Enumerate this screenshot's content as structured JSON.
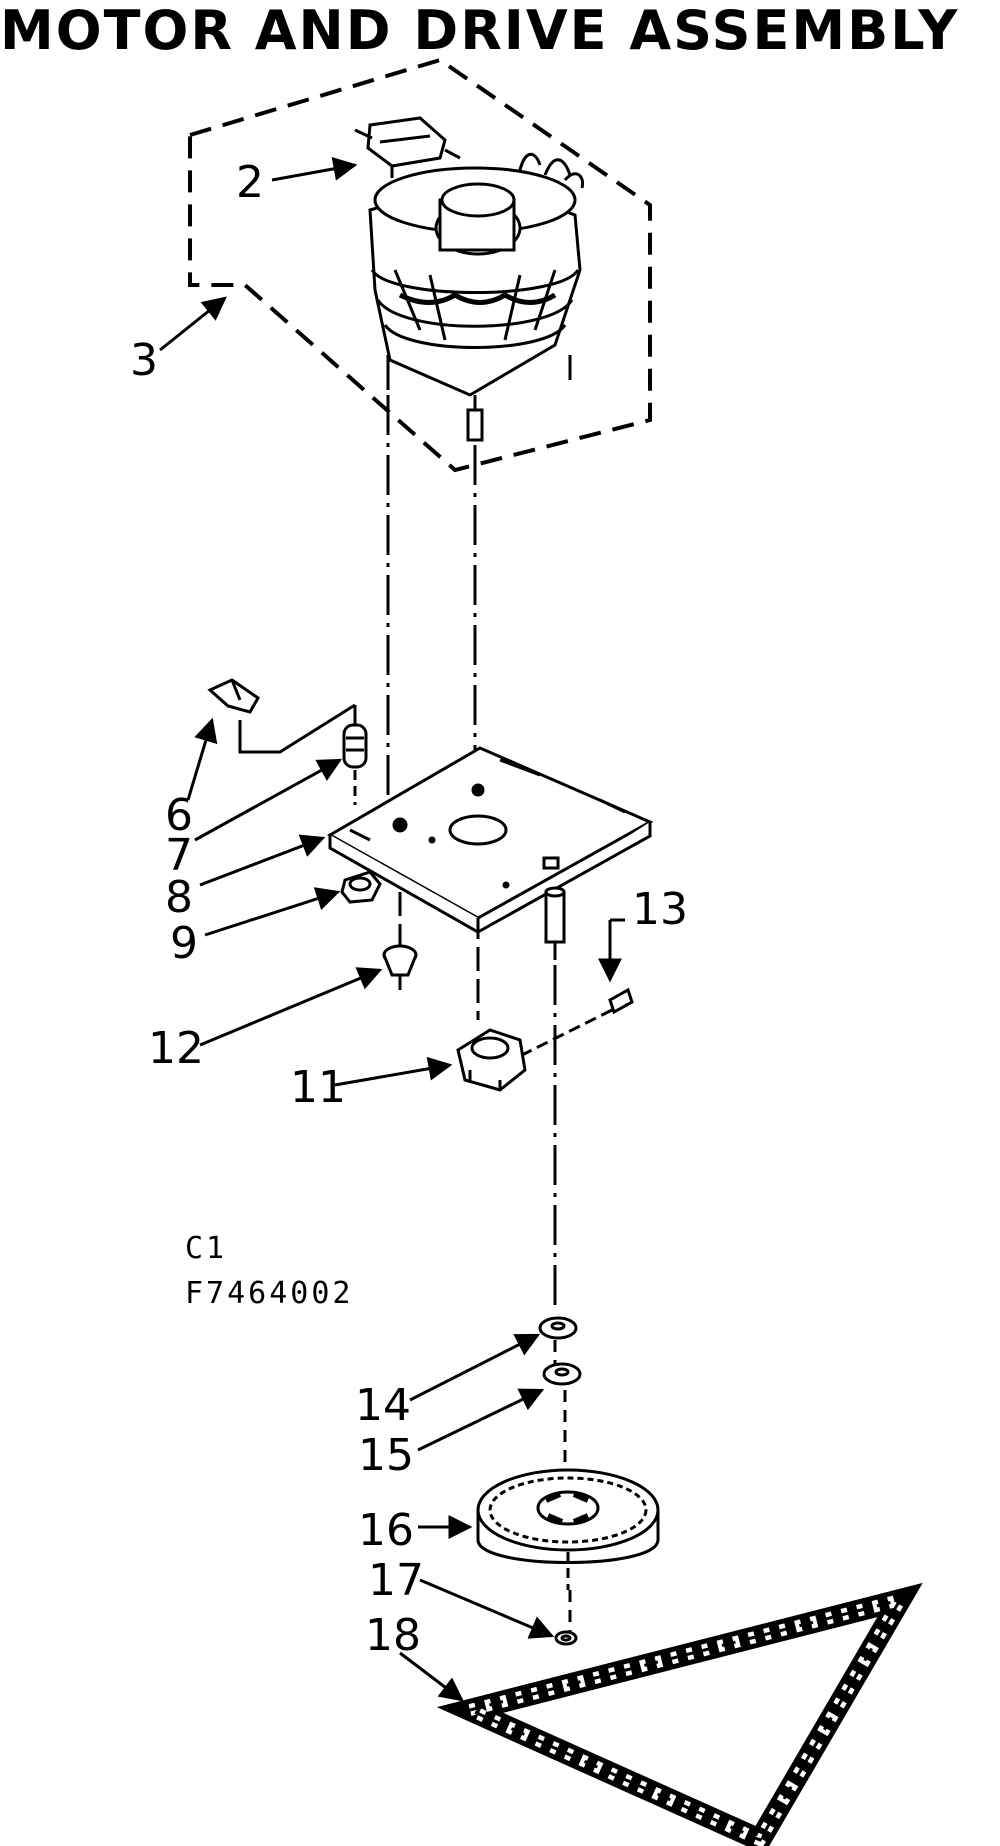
{
  "title": "MOTOR AND DRIVE ASSEMBLY",
  "callouts": {
    "p2": "2",
    "p3": "3",
    "p6": "6",
    "p7": "7",
    "p8": "8",
    "p9": "9",
    "p11": "11",
    "p12": "12",
    "p13": "13",
    "p14": "14",
    "p15": "15",
    "p16": "16",
    "p17": "17",
    "p18": "18"
  },
  "figure_codes": {
    "line1": "C1",
    "line2": "F7464002"
  }
}
